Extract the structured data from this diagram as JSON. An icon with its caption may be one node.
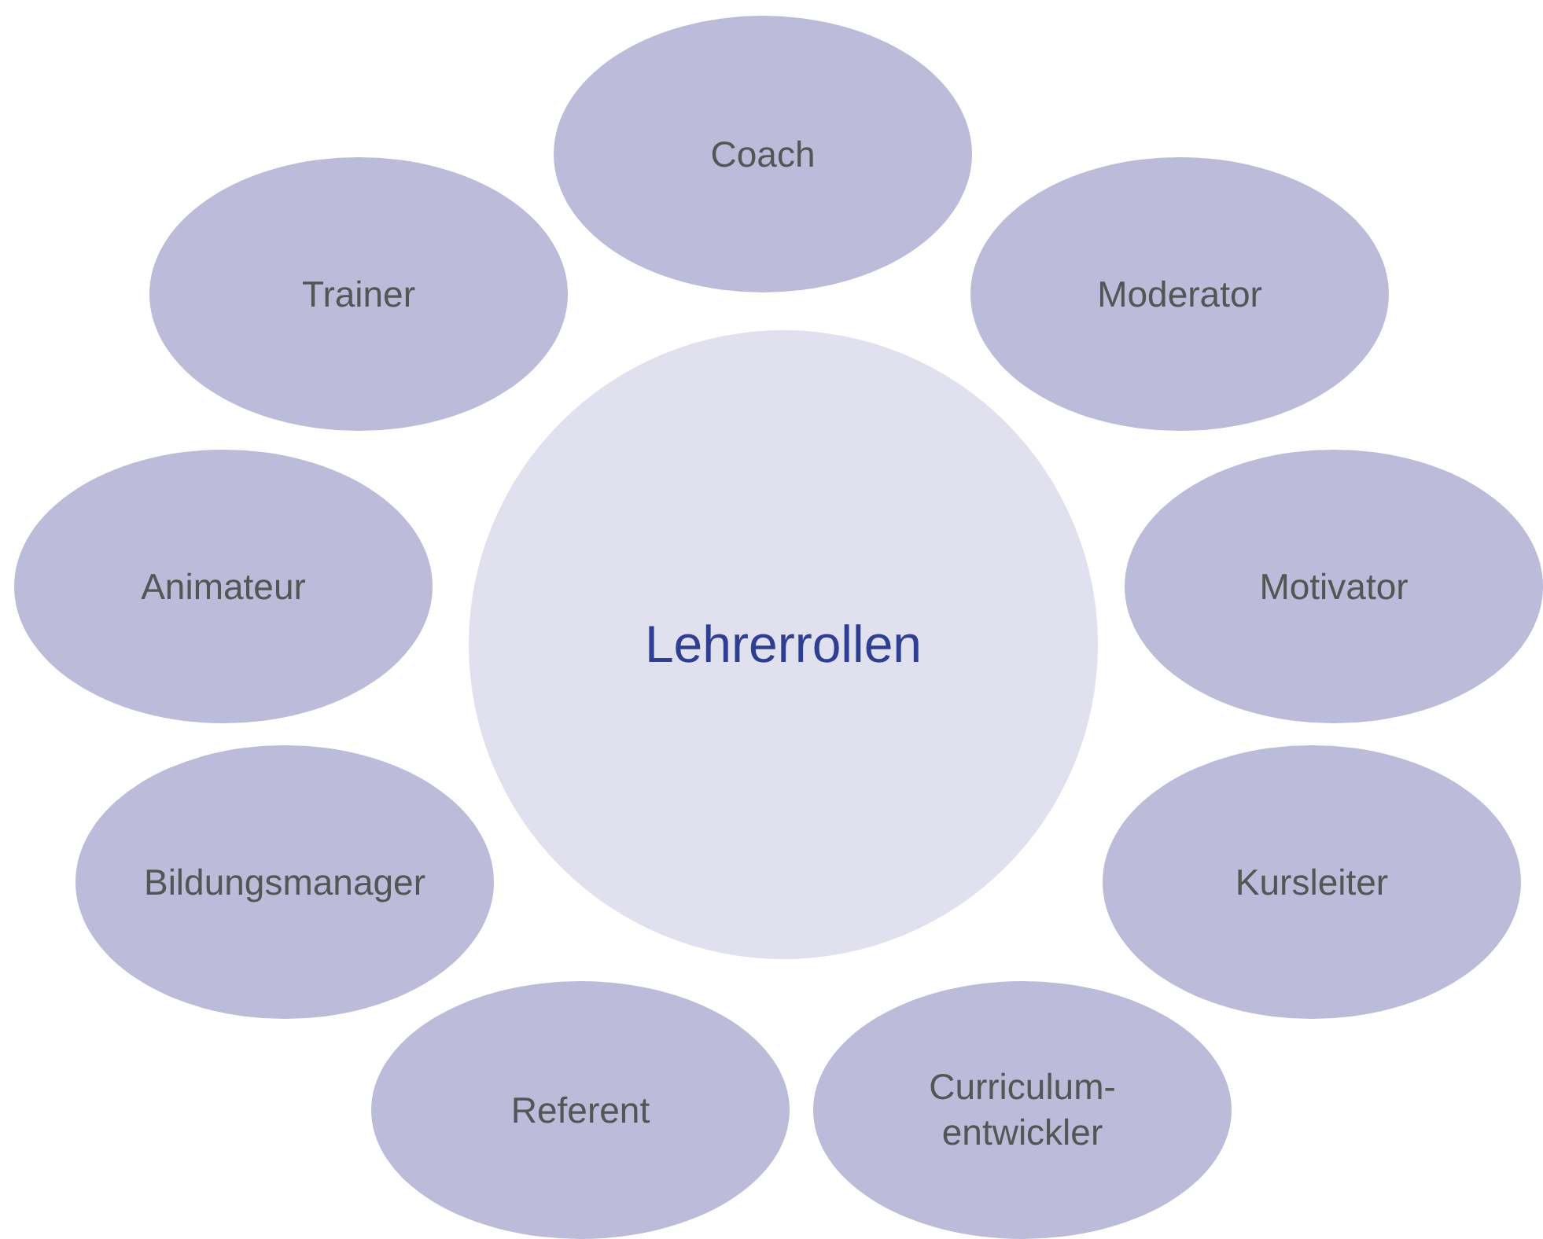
{
  "diagram": {
    "nodes": [
      {
        "text": [
          "Coach"
        ]
      },
      {
        "text": [
          "Trainer"
        ]
      },
      {
        "text": [
          "Moderator"
        ]
      },
      {
        "text": [
          "Animateur"
        ]
      },
      {
        "text": [
          "Lehrerrollen"
        ]
      },
      {
        "text": [
          "Motivator"
        ]
      },
      {
        "text": [
          "Bildungsmanager"
        ]
      },
      {
        "text": [
          "Kursleiter"
        ]
      },
      {
        "text": [
          "Referent"
        ]
      },
      {
        "text": [
          "Curriculum- entwickler"
        ]
      }
    ]
  }
}
